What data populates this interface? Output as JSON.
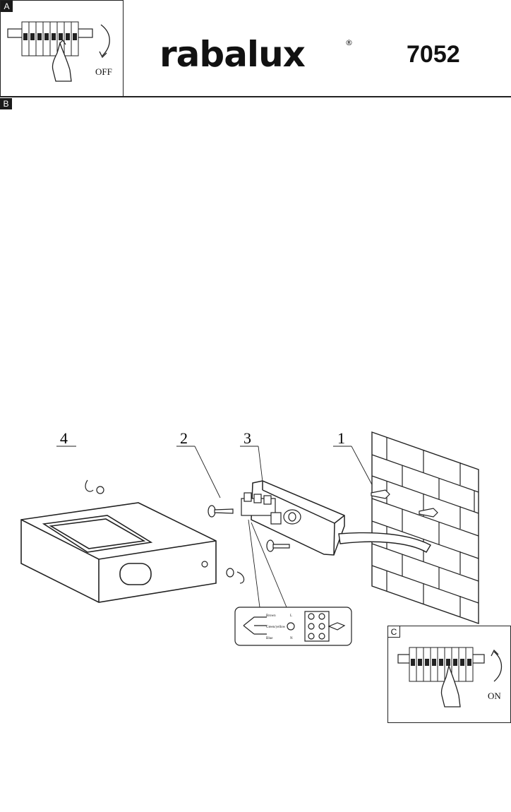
{
  "header": {
    "brand": "rabalux",
    "registered_mark": "®",
    "model_number": "7052"
  },
  "step_a": {
    "tag": "A",
    "switch_label": "OFF"
  },
  "step_b": {
    "tag": "B"
  },
  "step_c": {
    "tag": "C",
    "switch_label": "ON"
  },
  "diagram": {
    "callouts": [
      "4",
      "2",
      "3",
      "1"
    ],
    "wiring_terminals": [
      "L",
      "N"
    ],
    "wire_labels": [
      "Brown",
      "Green/yellow",
      "Blue"
    ]
  }
}
